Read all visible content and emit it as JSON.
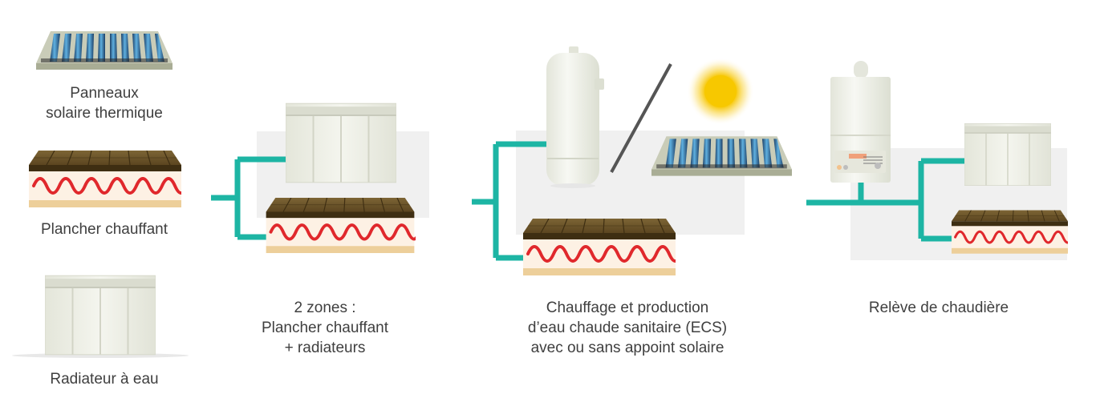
{
  "legend": {
    "solar_panel": {
      "line1": "Panneaux",
      "line2": "solaire thermique"
    },
    "floor_heating": {
      "label": "Plancher chauffant"
    },
    "water_radiator": {
      "label": "Radiateur à eau"
    }
  },
  "configs": [
    {
      "line1": "2 zones :",
      "line2": "Plancher chauffant",
      "line3": "+ radiateurs"
    },
    {
      "line1": "Chauffage et production",
      "line2": "d’eau chaude sanitaire (ECS)",
      "line3": "avec ou sans appoint solaire"
    },
    {
      "line1": "Relève de chaudière"
    }
  ],
  "colors": {
    "pipe": "#1db5a4",
    "backdrop": "#f0f0f0",
    "heating_coil": "#e0282c",
    "wood": "#6b5228",
    "radiator": "#eef0e6",
    "sun": "#f5c800",
    "solar_tube": "#3a8fc8"
  }
}
